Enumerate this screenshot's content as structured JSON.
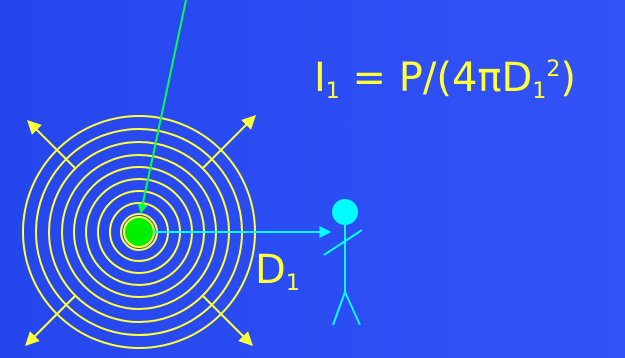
{
  "colors": {
    "background": "#2a4cf2",
    "wavefront": "#ffff3a",
    "source": "#00f000",
    "person": "#00ffff",
    "pointer": "#00ff4c"
  },
  "formula": {
    "I": "I",
    "sub1": "1",
    "eq": " = P/(4",
    "pi": "π",
    "D": "D",
    "sub2": "1",
    "sup": "2",
    "close": ")"
  },
  "distance_label": {
    "D": "D",
    "sub": "1"
  },
  "wavefronts": {
    "ring_count": 9,
    "arrow_directions": [
      "up-left",
      "up-right",
      "down-left",
      "down-right"
    ]
  }
}
